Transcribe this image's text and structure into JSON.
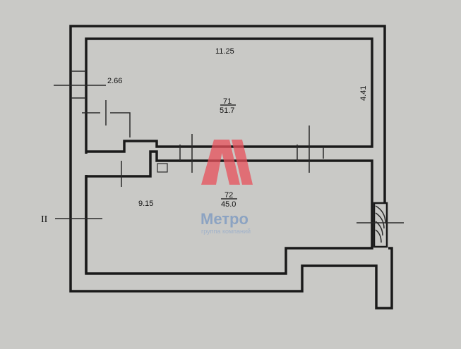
{
  "plan": {
    "dimensions": {
      "top_width": "11.25",
      "right_height": "4.41",
      "left_segment": "2.66",
      "left_height": "9.15"
    },
    "rooms": [
      {
        "number": "71",
        "area": "51.7"
      },
      {
        "number": "72",
        "area": "45.0"
      }
    ],
    "section_mark": "II"
  },
  "watermark": {
    "logo_text": "Метро",
    "tagline": "группа компаний",
    "logo_color": "#e8505b",
    "text_color": "#6a8fc0"
  }
}
